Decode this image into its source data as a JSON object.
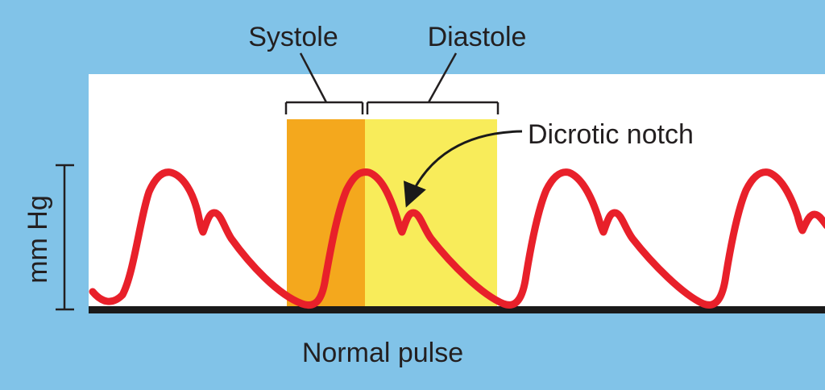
{
  "labels": {
    "systole": "Systole",
    "diastole": "Diastole",
    "dicrotic_notch": "Dicrotic notch",
    "y_axis": "mm Hg",
    "caption": "Normal pulse"
  },
  "colors": {
    "frame": "#81c3e8",
    "plot_background": "#ffffff",
    "systole_band": "#f4a81d",
    "diastole_band": "#f8ec5a",
    "waveform": "#e8202a",
    "baseline": "#1a1a1a",
    "ink": "#231f20"
  },
  "icons": {
    "pointer": "curved-arrow-icon"
  }
}
